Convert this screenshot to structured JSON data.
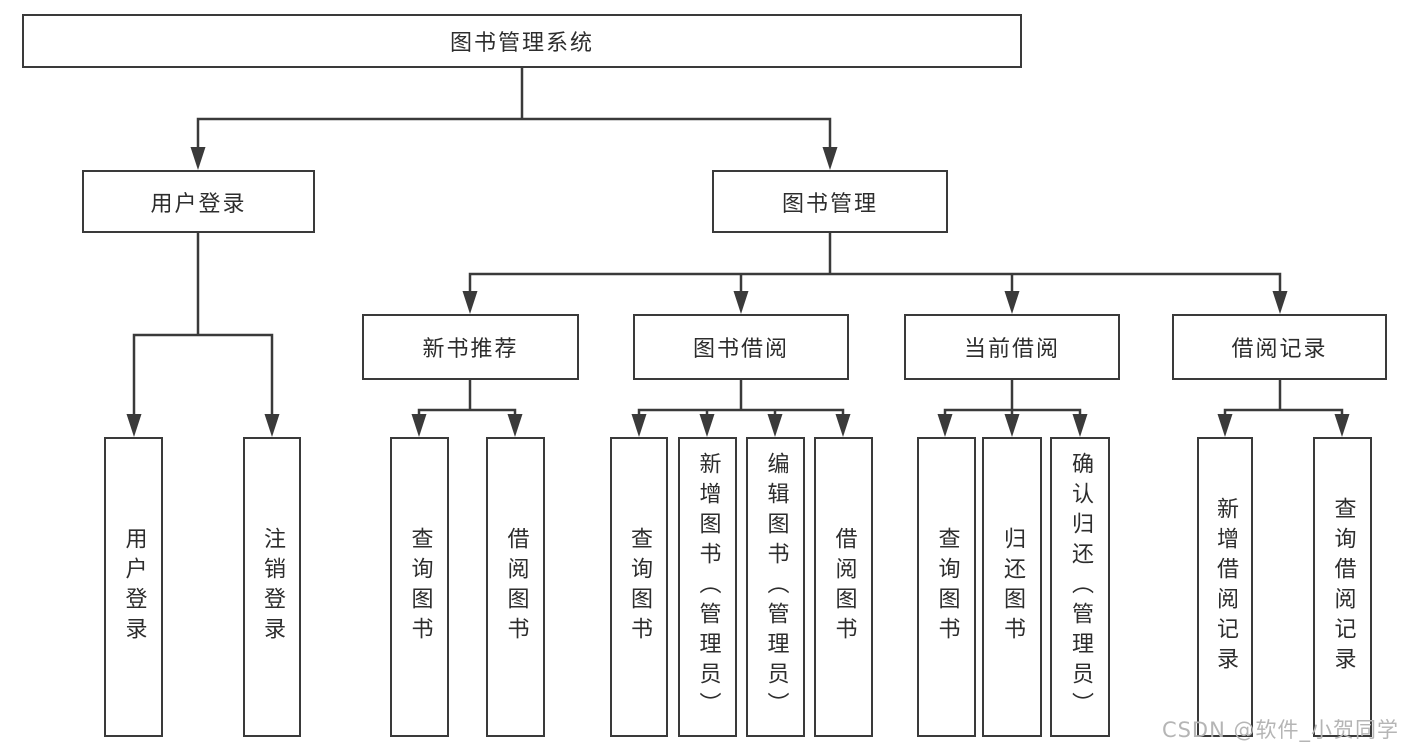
{
  "diagram": {
    "root": {
      "label": "图书管理系统"
    },
    "branches": {
      "user_login": {
        "label": "用户登录"
      },
      "book_management": {
        "label": "图书管理"
      }
    },
    "modules": {
      "new_book_recommend": {
        "label": "新书推荐"
      },
      "book_borrow": {
        "label": "图书借阅"
      },
      "current_borrow": {
        "label": "当前借阅"
      },
      "borrow_record": {
        "label": "借阅记录"
      }
    },
    "leaves": {
      "login_user_login": {
        "label": "用户登录"
      },
      "login_logout": {
        "label": "注销登录"
      },
      "recommend_query_book": {
        "label": "查询图书"
      },
      "recommend_borrow_book": {
        "label": "借阅图书"
      },
      "borrow_query_book": {
        "label": "查询图书"
      },
      "borrow_add_book": {
        "label": "新增图书（管理员）"
      },
      "borrow_edit_book": {
        "label": "编辑图书（管理员）"
      },
      "borrow_borrow_book": {
        "label": "借阅图书"
      },
      "current_query_book": {
        "label": "查询图书"
      },
      "current_return_book": {
        "label": "归还图书"
      },
      "current_confirm_return": {
        "label": "确认归还（管理员）"
      },
      "record_add_record": {
        "label": "新增借阅记录"
      },
      "record_query_record": {
        "label": "查询借阅记录"
      }
    },
    "watermark": "CSDN @软件_小贺同学",
    "colors": {
      "line": "#3a3a3a",
      "text": "#2d2d2d",
      "watermark": "#b5b5b5",
      "background": "#ffffff"
    }
  }
}
